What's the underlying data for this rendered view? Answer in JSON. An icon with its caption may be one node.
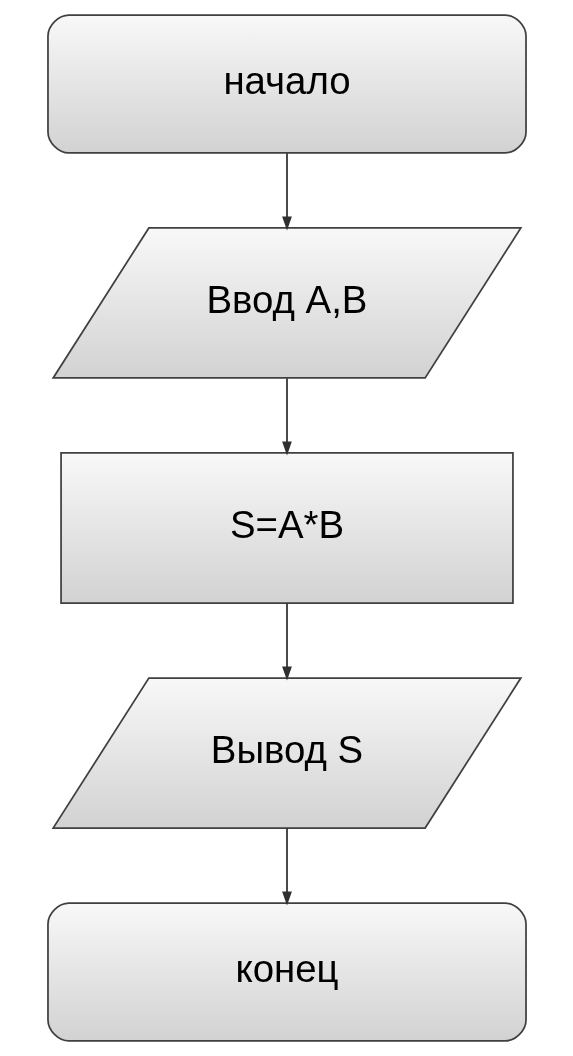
{
  "diagram": {
    "nodes": [
      {
        "text": [
          "начало"
        ]
      },
      {
        "text": [
          "Ввод A,B"
        ]
      },
      {
        "text": [
          "S=A*B"
        ]
      },
      {
        "text": [
          "Вывод S"
        ]
      },
      {
        "text": [
          "конец"
        ]
      }
    ],
    "edges": [
      {
        "from": 0,
        "to": 1,
        "arrow": "to"
      },
      {
        "from": 1,
        "to": 2,
        "arrow": "to"
      },
      {
        "from": 2,
        "to": 3,
        "arrow": "to"
      },
      {
        "from": 3,
        "to": 4,
        "arrow": "to"
      }
    ]
  }
}
